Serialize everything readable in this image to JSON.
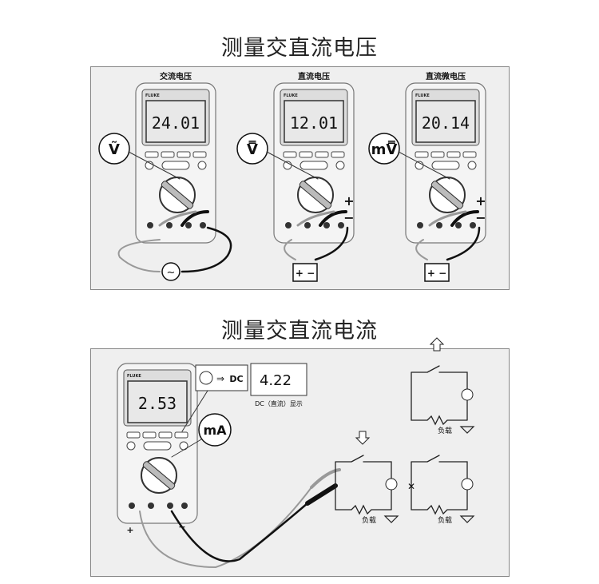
{
  "section1": {
    "title": "测量交直流电压",
    "meters": [
      {
        "label": "交流电压",
        "reading": "24.01",
        "unit": "ac V",
        "callout": "Ṽ",
        "source": "~"
      },
      {
        "label": "直流电压",
        "reading": "12.01",
        "unit": "V",
        "callout": "V̿",
        "source": "+ −"
      },
      {
        "label": "直流微电压",
        "reading": "20.14",
        "unit": "mV",
        "callout": "mV̿",
        "source": "+ −"
      }
    ],
    "polarity_plus": "+",
    "polarity_minus": "−"
  },
  "section2": {
    "title": "测量交直流电流",
    "meter_reading": "2.53",
    "button_hint": "DC",
    "callout": "mA",
    "inset_reading": "4.22",
    "inset_caption": "DC（直流）显示",
    "load_label": "负载",
    "lead_plus": "+",
    "lead_minus": "−"
  },
  "colors": {
    "panel": "#efefef",
    "border": "#888888",
    "lead_black": "#111111",
    "lead_gray": "#999999"
  }
}
